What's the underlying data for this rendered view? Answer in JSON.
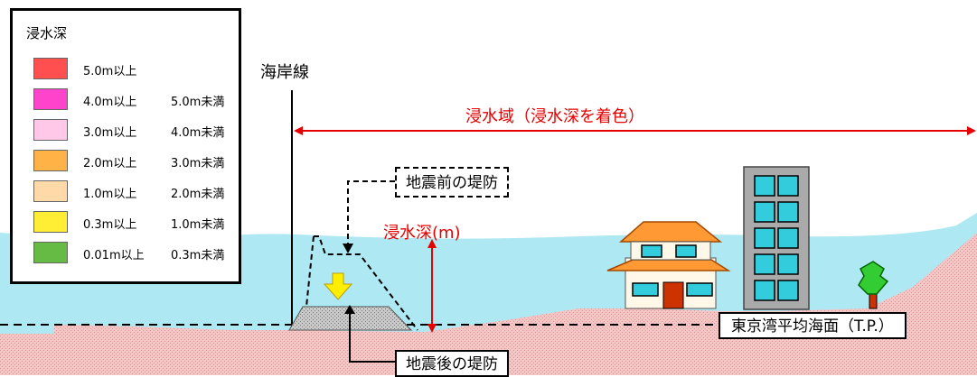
{
  "legend": {
    "title": "浸水深",
    "items": [
      {
        "min": "5.0m以上",
        "max": "",
        "color": "#ff4f4f"
      },
      {
        "min": "4.0m以上",
        "max": "5.0m未満",
        "color": "#ff44cc"
      },
      {
        "min": "3.0m以上",
        "max": "4.0m未満",
        "color": "#ffc8e8"
      },
      {
        "min": "2.0m以上",
        "max": "3.0m未満",
        "color": "#ffb347"
      },
      {
        "min": "1.0m以上",
        "max": "2.0m未満",
        "color": "#ffd9a8"
      },
      {
        "min": "0.3m以上",
        "max": "1.0m未満",
        "color": "#ffee33"
      },
      {
        "min": "0.01m以上",
        "max": "0.3m未満",
        "color": "#66bb44"
      }
    ]
  },
  "labels": {
    "coastline": "海岸線",
    "inundation_area": "浸水域（浸水深を着色）",
    "depth": "浸水深(m)",
    "levee_before": "地震前の堤防",
    "levee_after": "地震後の堤防",
    "mean_sea_level": "東京湾平均海面（T.P.）"
  },
  "colors": {
    "water": "#aee8f3",
    "ground": "#f2c3c3",
    "annotation": "#e60000"
  }
}
